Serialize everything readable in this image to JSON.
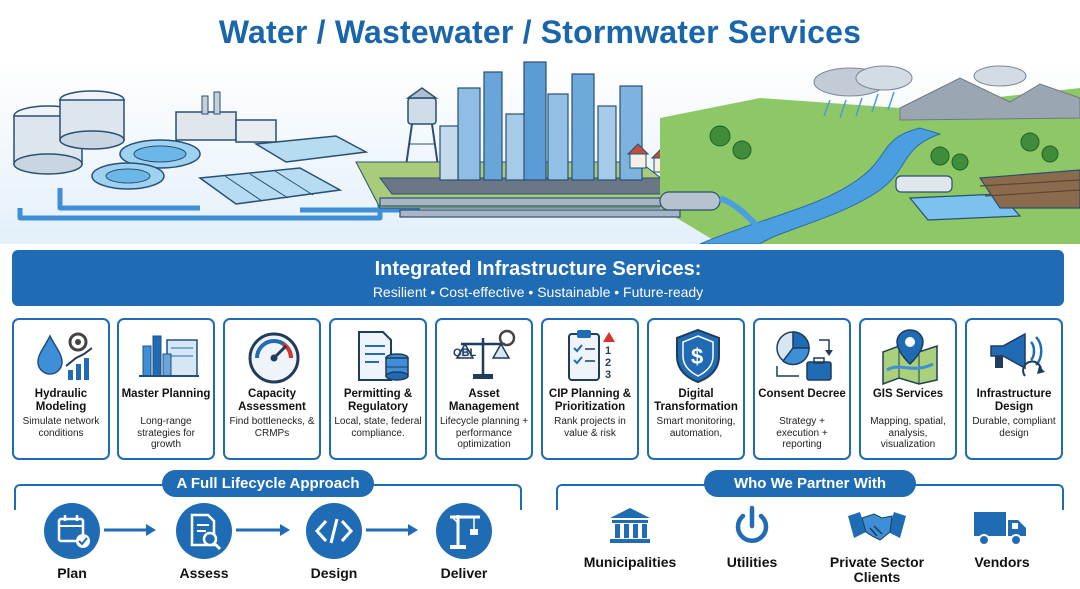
{
  "title": "Water / Wastewater / Stormwater Services",
  "banner": {
    "title": "Integrated Infrastructure Services:",
    "subtitle": "Resilient • Cost-effective • Sustainable • Future-ready"
  },
  "services": [
    {
      "title": "Hydraulic Modeling",
      "desc": "Simulate network conditions",
      "icon": "water-drop-gear-icon"
    },
    {
      "title": "Master Planning",
      "desc": "Long-range strategies for growth",
      "icon": "city-blueprint-icon"
    },
    {
      "title": "Capacity Assessment",
      "desc": "Find bottlenecks, & CRMPs",
      "icon": "gauge-icon"
    },
    {
      "title": "Permitting & Regulatory",
      "desc": "Local, state, federal compliance.",
      "icon": "document-database-icon"
    },
    {
      "title": "Asset Management",
      "desc": "Lifecycle planning + performance optimization",
      "icon": "qbl-scale-icon",
      "icon_text": "QBL"
    },
    {
      "title": "CIP Planning & Prioritization",
      "desc": "Rank projects in value & risk",
      "icon": "clipboard-ranking-icon",
      "icon_text": [
        "1",
        "2",
        "3"
      ]
    },
    {
      "title": "Digital Transformation",
      "desc": "Smart monitoring, automation,",
      "icon": "shield-dollar-icon",
      "icon_text": "$"
    },
    {
      "title": "Consent Decree",
      "desc": "Strategy + execution + reporting",
      "icon": "pie-briefcase-icon"
    },
    {
      "title": "GIS Services",
      "desc": "Mapping, spatial, analysis, visualization",
      "icon": "map-pin-icon"
    },
    {
      "title": "Infrastructure Design",
      "desc": "Durable, compliant design",
      "icon": "megaphone-refresh-icon"
    }
  ],
  "lifecycle": {
    "heading": "A Full Lifecycle Approach",
    "steps": [
      {
        "label": "Plan",
        "icon": "calendar-check-icon"
      },
      {
        "label": "Assess",
        "icon": "document-magnifier-icon"
      },
      {
        "label": "Design",
        "icon": "code-brackets-icon"
      },
      {
        "label": "Deliver",
        "icon": "crane-icon"
      }
    ]
  },
  "partners": {
    "heading": "Who We Partner With",
    "items": [
      {
        "label": "Municipalities",
        "icon": "government-building-icon"
      },
      {
        "label": "Utilities",
        "icon": "power-icon"
      },
      {
        "label": "Private Sector Clients",
        "icon": "handshake-icon"
      },
      {
        "label": "Vendors",
        "icon": "truck-icon"
      }
    ]
  },
  "colors": {
    "primary": "#1f6cb5",
    "title": "#1a66ad",
    "sky": "#cfe6f7",
    "water": "#3a8fd6",
    "grass": "#7cbf5a"
  }
}
